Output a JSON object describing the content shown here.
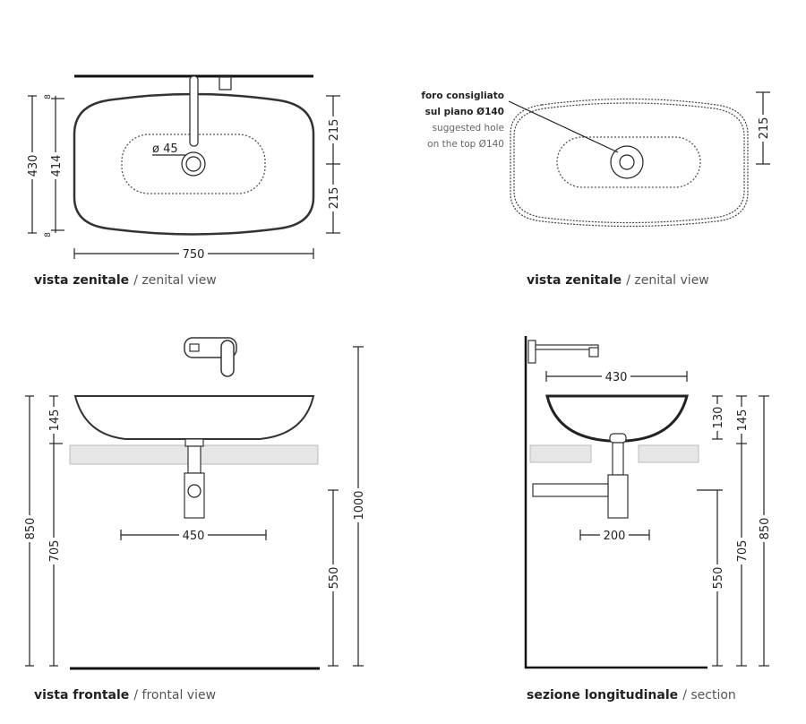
{
  "views": {
    "top_left": {
      "caption_bold": "vista zenitale",
      "caption_light": "/ zenital view",
      "dims": {
        "d430": "430",
        "d414": "414",
        "d8a": "8",
        "d8b": "8",
        "d215a": "215",
        "d215b": "215",
        "d750": "750",
        "hole": "ø 45"
      }
    },
    "top_right": {
      "caption_bold": "vista zenitale",
      "caption_light": "/ zenital view",
      "note_it_1": "foro consigliato",
      "note_it_2": "sul piano Ø140",
      "note_en_1": "suggested hole",
      "note_en_2": "on the top Ø140",
      "dims": {
        "d215": "215"
      }
    },
    "bottom_left": {
      "caption_bold": "vista frontale",
      "caption_light": "/ frontal view",
      "dims": {
        "d850": "850",
        "d145": "145",
        "d705": "705",
        "d1000": "1000",
        "d550": "550",
        "d450": "450"
      }
    },
    "bottom_right": {
      "caption_bold": "sezione longitudinale",
      "caption_light": "/ section",
      "dims": {
        "d430": "430",
        "d130": "130",
        "d145": "145",
        "d705": "705",
        "d850": "850",
        "d550": "550",
        "d200": "200"
      }
    }
  }
}
